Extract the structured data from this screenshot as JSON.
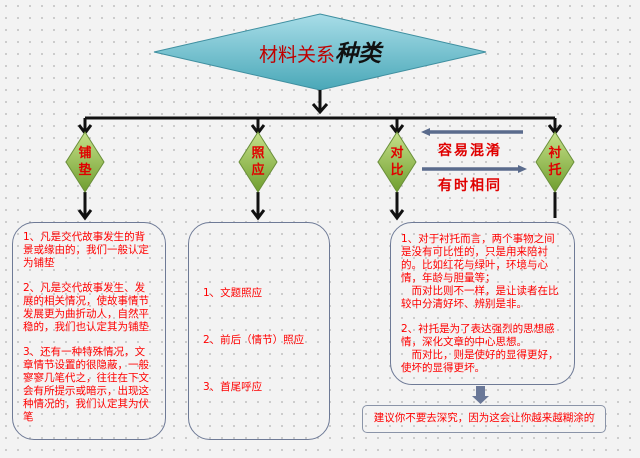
{
  "title": {
    "main": "材料关系",
    "emph": "种类"
  },
  "categories": [
    {
      "label1": "铺",
      "label2": "垫"
    },
    {
      "label1": "照",
      "label2": "应"
    },
    {
      "label1": "对",
      "label2": "比"
    },
    {
      "label1": "衬",
      "label2": "托"
    }
  ],
  "relation": {
    "confuse": "容易混淆",
    "same": "有时相同"
  },
  "boxes": {
    "pudian": [
      "1、凡是交代故事发生的背景或缘由的，我们一般认定为铺垫",
      "2、凡是交代故事发生、发展的相关情况，使故事情节发展更为曲折动人，自然平稳的，我们也认定其为铺垫",
      "3、还有一种特殊情况，文章情节设置的很隐蔽，一般寥寥几笔代之，往往在下文会有所提示或暗示，出现这种情况的，我们认定其为伏笔"
    ],
    "zhaoying": [
      "1、文题照应",
      "2、前后（情节）照应",
      "3、首尾呼应"
    ],
    "duibi": [
      "1、对于衬托而言，两个事物之间是没有可比性的，只是用来陪衬的。比如红花与绿叶，环境与心情，年龄与胆量等；",
      "　而对比则不一样，是让读者在比较中分清好坏、辨别是非。",
      "2、衬托是为了表达强烈的思想感情，深化文章的中心思想。",
      "　而对比，则是使好的显得更好，使坏的显得更坏。"
    ]
  },
  "note": "建议你不要去深究，因为这会让你越来越糊涂的",
  "colors": {
    "text": "#ff0000",
    "diamond": "#4bacc6",
    "small_diamond": "#9bbb59"
  }
}
